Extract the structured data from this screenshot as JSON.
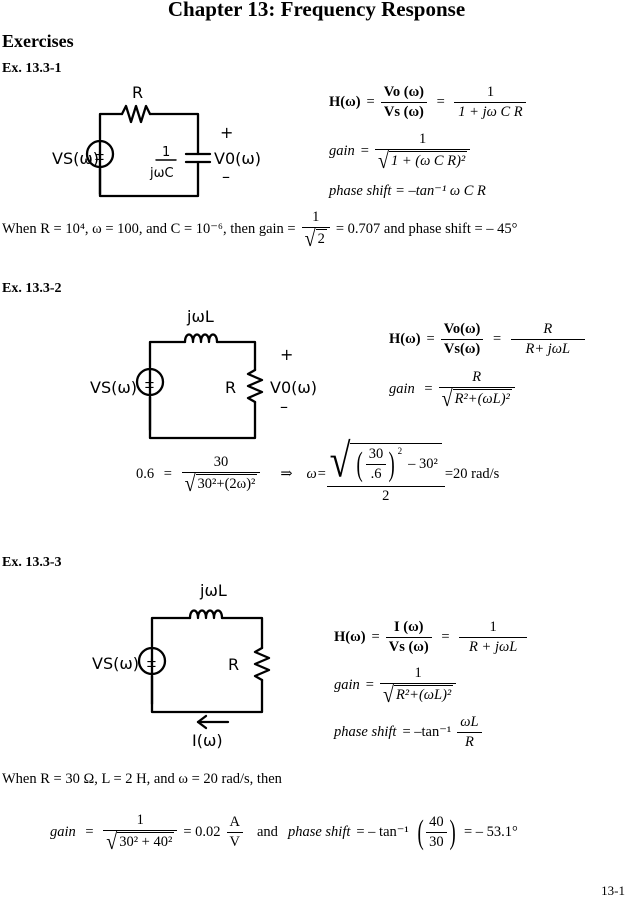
{
  "chapter_title": "Chapter 13: Frequency Response",
  "section_heading": "Exercises",
  "page_number": "13-1",
  "ex1": {
    "label": "Ex. 13.3-1",
    "circuit_labels": {
      "r": "R",
      "plus": "+",
      "pm": "±",
      "src": "VS(ω)",
      "cap_num": "1",
      "cap_den": "jωC",
      "out": "V0(ω)",
      "minus": "–"
    },
    "h_lhs": "H(ω)",
    "h_num": "Vo (ω)",
    "h_den": "Vs (ω)",
    "h_rhs_num": "1",
    "h_rhs_den": "1 + jω C R",
    "gain_label": "gain",
    "gain_num": "1",
    "gain_den": "1 + (ω C R)²",
    "phase_label": "phase shift",
    "phase_expr": "= –tan⁻¹ ω C R",
    "when_text": "When R = 10⁴, ω = 100, and C = 10⁻⁶, then gain =",
    "when_num": "1",
    "when_den": "2",
    "when_result": "= 0.707 and phase shift = – 45°"
  },
  "ex2": {
    "label": "Ex. 13.3-2",
    "circuit_labels": {
      "l": "jωL",
      "r": "R",
      "plus": "+",
      "pm": "±",
      "src": "VS(ω)",
      "out": "V0(ω)",
      "minus": "–"
    },
    "h_lhs": "H(ω)",
    "h_num": "Vo(ω)",
    "h_den": "Vs(ω)",
    "h_rhs_num": "R",
    "h_rhs_den": "R+ jωL",
    "gain_label": "gain",
    "gain_num": "R",
    "gain_den": "R²+(ωL)²",
    "calc_lhs": "0.6",
    "calc_num": "30",
    "calc_den": "30²+(2ω)²",
    "implies": "⇒",
    "omega": "ω=",
    "omega_inner_num": "30",
    "omega_inner_den": ".6",
    "omega_minus": "– 30²",
    "omega_den": "2",
    "omega_result": "=20  rad/s"
  },
  "ex3": {
    "label": "Ex. 13.3-3",
    "circuit_labels": {
      "l": "jωL",
      "r": "R",
      "pm": "±",
      "src": "VS(ω)",
      "cur": "I(ω)"
    },
    "h_lhs": "H(ω)",
    "h_num": "I (ω)",
    "h_den": "Vs (ω)",
    "h_rhs_num": "1",
    "h_rhs_den": "R + jωL",
    "gain_label": "gain",
    "gain_num": "1",
    "gain_den": "R²+(ωL)²",
    "phase_label": "phase shift",
    "phase_lhs": "= –tan⁻¹",
    "phase_num": "ωL",
    "phase_den": "R",
    "when_text": "When R = 30 Ω,  L = 2 H, and  ω = 20 rad/s, then",
    "final_gain_label": "gain",
    "final_gain_num": "1",
    "final_gain_den": "30² + 40²",
    "final_gain_value": "= 0.02",
    "unit_num": "A",
    "unit_den": "V",
    "and_text": "and",
    "final_phase_label": "phase shift",
    "final_phase_lhs": "= – tan⁻¹",
    "final_phase_num": "40",
    "final_phase_den": "30",
    "final_phase_value": "= – 53.1°"
  }
}
